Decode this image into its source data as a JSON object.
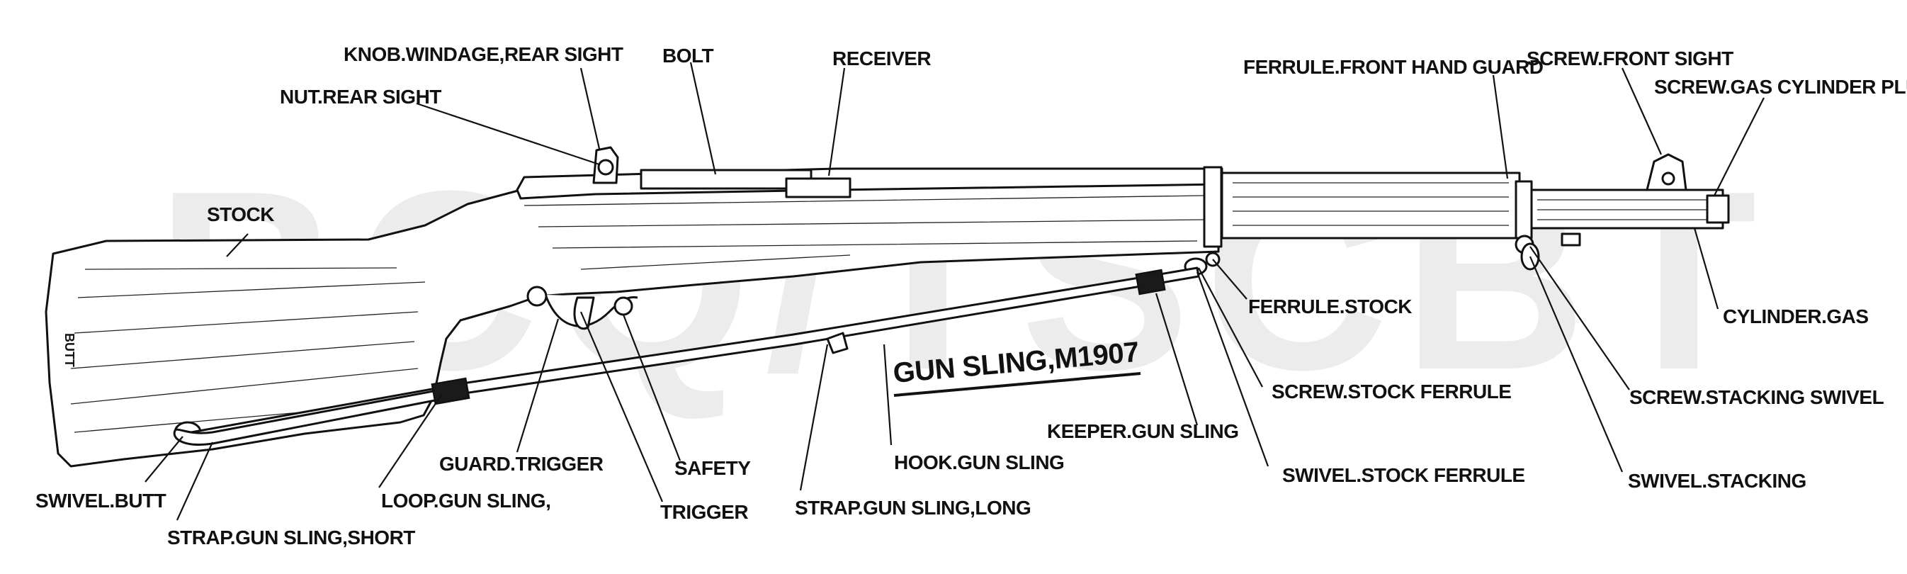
{
  "diagram": {
    "watermark": "BCQ/TSCBT",
    "title": "GUN SLING,M1907",
    "butt_marking": "BUTT",
    "labels": {
      "knob_windage": "KNOB.WINDAGE,REAR SIGHT",
      "bolt": "BOLT",
      "receiver": "RECEIVER",
      "ferrule_front_hand_guard": "FERRULE.FRONT HAND GUARD",
      "screw_front_sight": "SCREW.FRONT SIGHT",
      "screw_gas_cylinder_plug": "SCREW.GAS CYLINDER PLUG",
      "nut_rear_sight": "NUT.REAR SIGHT",
      "stock": "STOCK",
      "ferrule_stock": "FERRULE.STOCK",
      "cylinder_gas": "CYLINDER.GAS",
      "screw_stock_ferrule": "SCREW.STOCK FERRULE",
      "screw_stacking_swivel": "SCREW.STACKING SWIVEL",
      "keeper_gun_sling": "KEEPER.GUN SLING",
      "hook_gun_sling": "HOOK.GUN SLING",
      "guard_trigger": "GUARD.TRIGGER",
      "safety": "SAFETY",
      "swivel_stock_ferrule": "SWIVEL.STOCK FERRULE",
      "swivel_stacking": "SWIVEL.STACKING",
      "swivel_butt": "SWIVEL.BUTT",
      "loop_gun_sling": "LOOP.GUN SLING,",
      "trigger": "TRIGGER",
      "strap_gun_sling_long": "STRAP.GUN SLING,LONG",
      "strap_gun_sling_short": "STRAP.GUN SLING,SHORT"
    }
  }
}
